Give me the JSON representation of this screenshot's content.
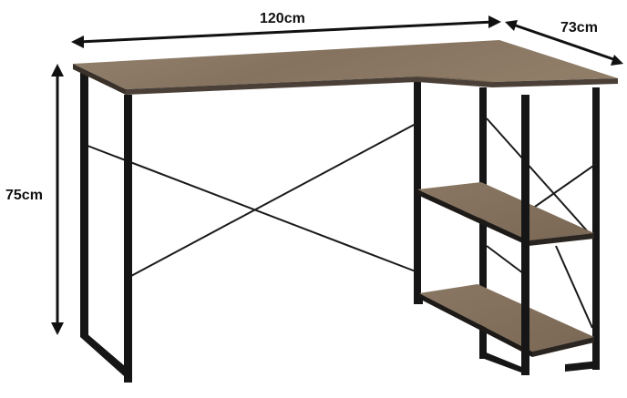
{
  "dimensions": {
    "width": "120cm",
    "depth": "73cm",
    "height": "75cm"
  },
  "colors": {
    "wood_top": "#8b7a66",
    "wood_edge": "#6e5f4e",
    "wood_shelf": "#86735f",
    "frame": "#161616",
    "arrow": "#111111"
  }
}
